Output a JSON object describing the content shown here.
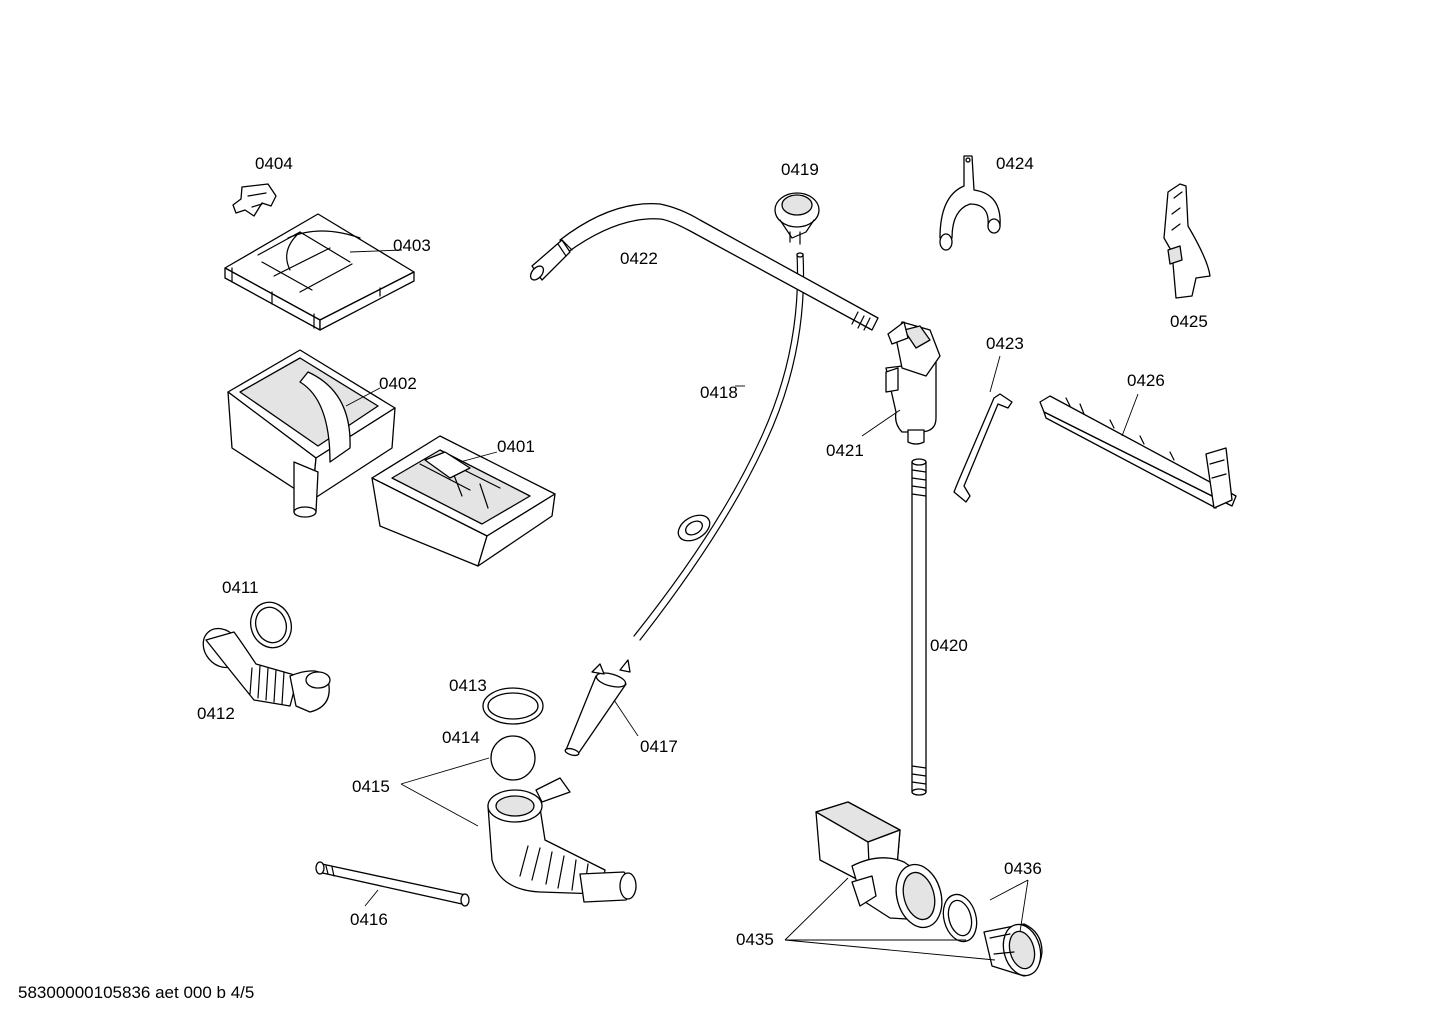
{
  "footer": {
    "text": "58300000105836 aet 000 b 4/5"
  },
  "labels": {
    "p0401": "0401",
    "p0402": "0402",
    "p0403": "0403",
    "p0404": "0404",
    "p0411": "0411",
    "p0412": "0412",
    "p0413": "0413",
    "p0414": "0414",
    "p0415": "0415",
    "p0416": "0416",
    "p0417": "0417",
    "p0418": "0418",
    "p0419": "0419",
    "p0420": "0420",
    "p0421": "0421",
    "p0422": "0422",
    "p0423": "0423",
    "p0424": "0424",
    "p0425": "0425",
    "p0426": "0426",
    "p0435": "0435",
    "p0436": "0436"
  },
  "colors": {
    "line": "#000000",
    "shade": "#e4e4e4",
    "background": "#ffffff"
  }
}
